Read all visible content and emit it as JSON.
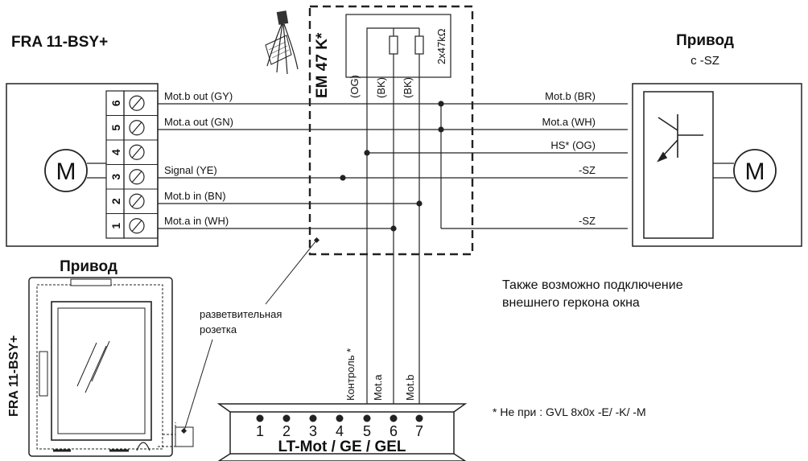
{
  "left_device": {
    "title": "FRA 11-BSY+",
    "motor_symbol": "M",
    "terminals": [
      {
        "number": "6",
        "wire": "Mot.b out (GY)"
      },
      {
        "number": "5",
        "wire": "Mot.a out (GN)"
      },
      {
        "number": "4",
        "wire": ""
      },
      {
        "number": "3",
        "wire": "Signal (YE)"
      },
      {
        "number": "2",
        "wire": "Mot.b in (BN)"
      },
      {
        "number": "1",
        "wire": "Mot.a in (WH)"
      }
    ]
  },
  "module": {
    "title": "EM 47 K*",
    "resistor_label": "2x47kΩ",
    "wire_labels": [
      "(OG)",
      "(BK)",
      "(BK)"
    ]
  },
  "right_device": {
    "title": "Привод",
    "subtitle": "с -SZ",
    "motor_symbol": "M",
    "wires": [
      "Mot.b (BR)",
      "Mot.a (WH)",
      "HS* (OG)",
      "-SZ",
      "-SZ"
    ]
  },
  "window_drive": {
    "title": "Привод",
    "side_label": "FRA 11-BSY+"
  },
  "junction_label": [
    "разветвительная",
    "розетка"
  ],
  "note_text": [
    "Также возможно подключение",
    "внешнего геркона окна"
  ],
  "footnote": "*  Не при : GVL 8x0x -E/ -K/ -M",
  "controller": {
    "title": "LT-Mot / GE / GEL",
    "terminals": [
      "1",
      "2",
      "3",
      "4",
      "5",
      "6",
      "7"
    ],
    "vertical_labels": [
      "Контроль *",
      "Mot.a",
      "Mot.b"
    ]
  },
  "colors": {
    "line": "#222222",
    "background": "#ffffff"
  }
}
